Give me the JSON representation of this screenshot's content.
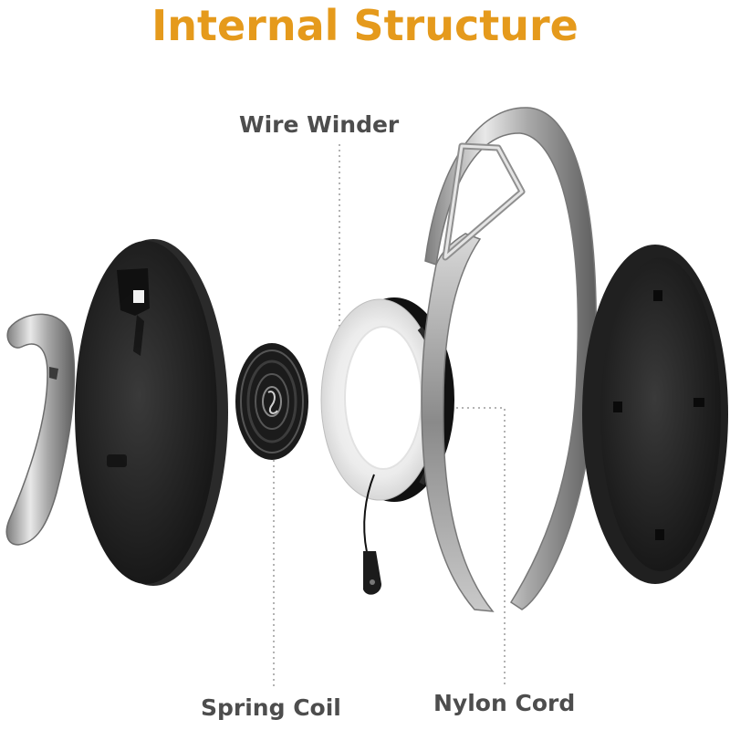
{
  "title": "Internal Structure",
  "labels": {
    "wire_winder": "Wire Winder",
    "spring_coil": "Spring Coil",
    "nylon_cord": "Nylon Cord"
  },
  "colors": {
    "title": "#e59a1c",
    "label": "#4d4d4d",
    "background": "#ffffff"
  }
}
